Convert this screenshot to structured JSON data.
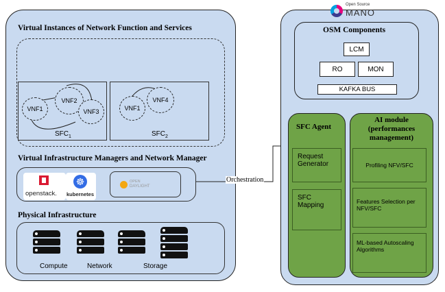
{
  "left": {
    "section_vnf": "Virtual Instances of Network Function and Services",
    "sfc1": {
      "label": "SFC",
      "sub": "1",
      "vnfs": [
        "VNF1",
        "VNF2",
        "VNF3"
      ]
    },
    "sfc2": {
      "label": "SFC",
      "sub": "2",
      "vnfs": [
        "VNF1",
        "VNF4"
      ]
    },
    "section_vim": "Virtual Infrastructure Managers and Network Manager",
    "logos": {
      "openstack": "openstack.",
      "kubernetes": "kubernetes",
      "opendaylight_top": "OPEN",
      "opendaylight_bottom": "DAYLIGHT"
    },
    "section_phys": "Physical Infrastructure",
    "phys_labels": [
      "Compute",
      "Network",
      "Storage"
    ]
  },
  "link": {
    "label": "Orchestration"
  },
  "right": {
    "logo_top": "Open Source",
    "logo_main": "MANO",
    "osm_title": "OSM Components",
    "lcm": "LCM",
    "ro": "RO",
    "mon": "MON",
    "kafka": "KAFKA BUS",
    "sfc_agent": {
      "title": "SFC Agent",
      "items": [
        "Request Generator",
        "SFC Mapping"
      ]
    },
    "ai_module": {
      "title_lines": [
        "AI module",
        "(performances",
        "management)"
      ],
      "items": [
        "Profiling NFV/SFC",
        "Features Selection per NFV/SFC",
        "ML-based Autoscaling Algorithms"
      ]
    }
  },
  "colors": {
    "panel": "#c9daf0",
    "green": "#6fa347",
    "openstack_red": "#da1a32",
    "kubernetes_blue": "#326ce5"
  }
}
